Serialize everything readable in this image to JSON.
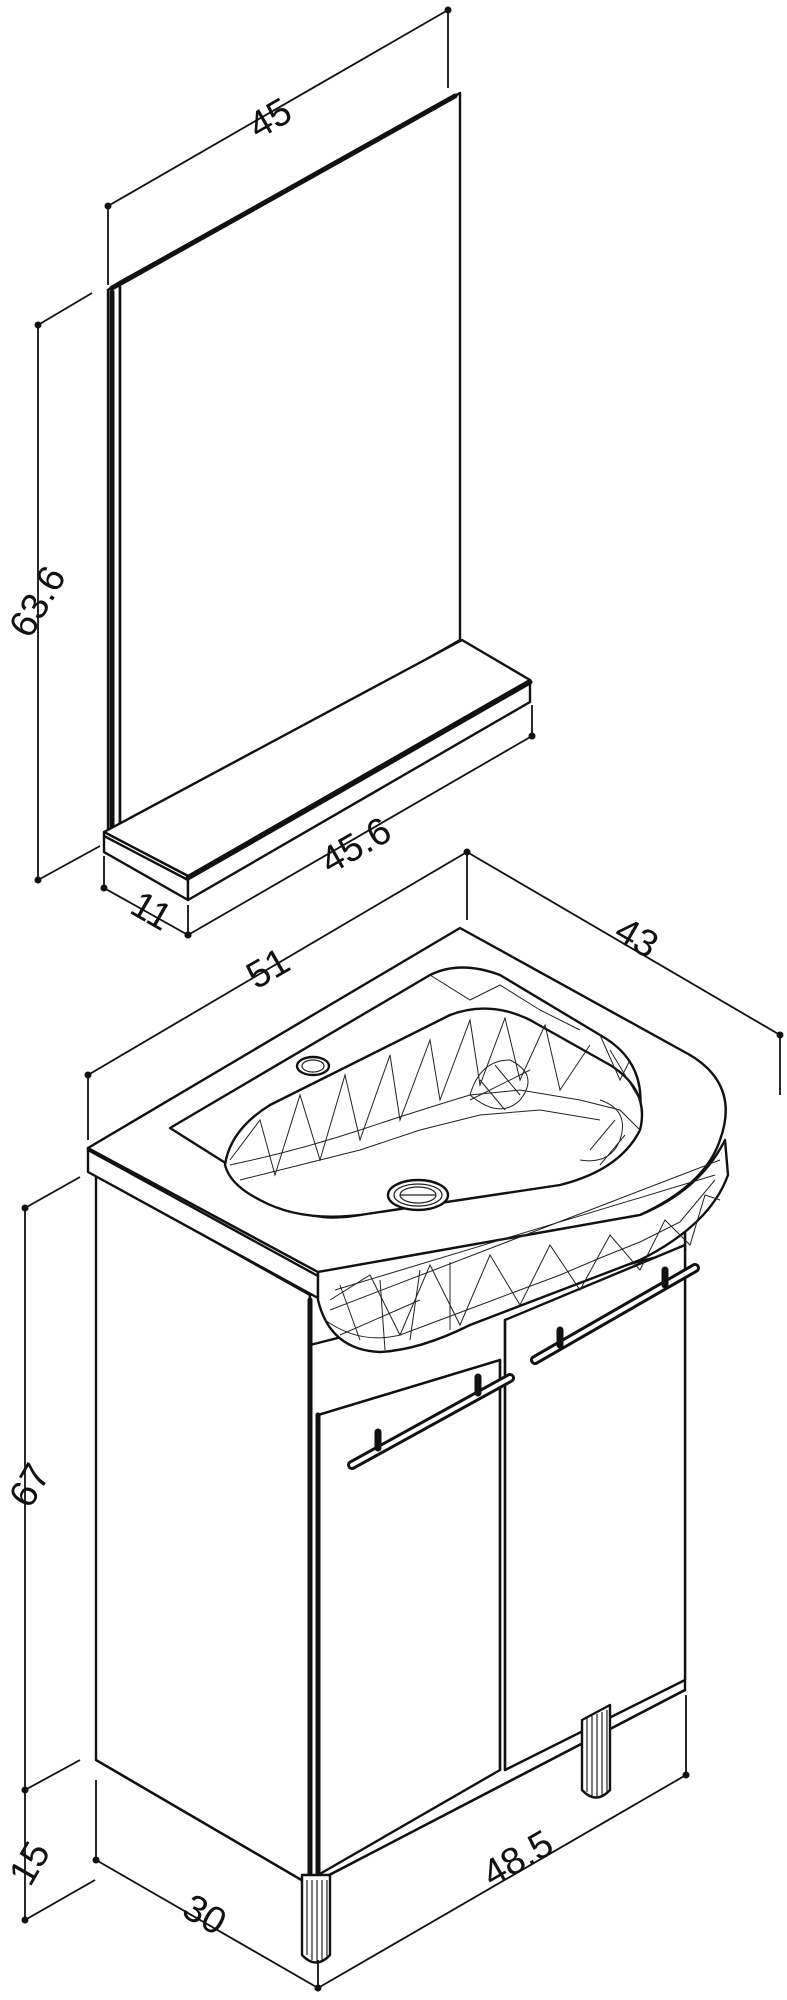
{
  "dimensions": {
    "mirror_width": "45",
    "mirror_height": "63.6",
    "shelf_width": "45.6",
    "shelf_depth": "11",
    "basin_width": "51",
    "basin_depth": "43",
    "cabinet_height": "67",
    "leg_height": "15",
    "cabinet_depth": "30",
    "cabinet_width": "48.5"
  }
}
